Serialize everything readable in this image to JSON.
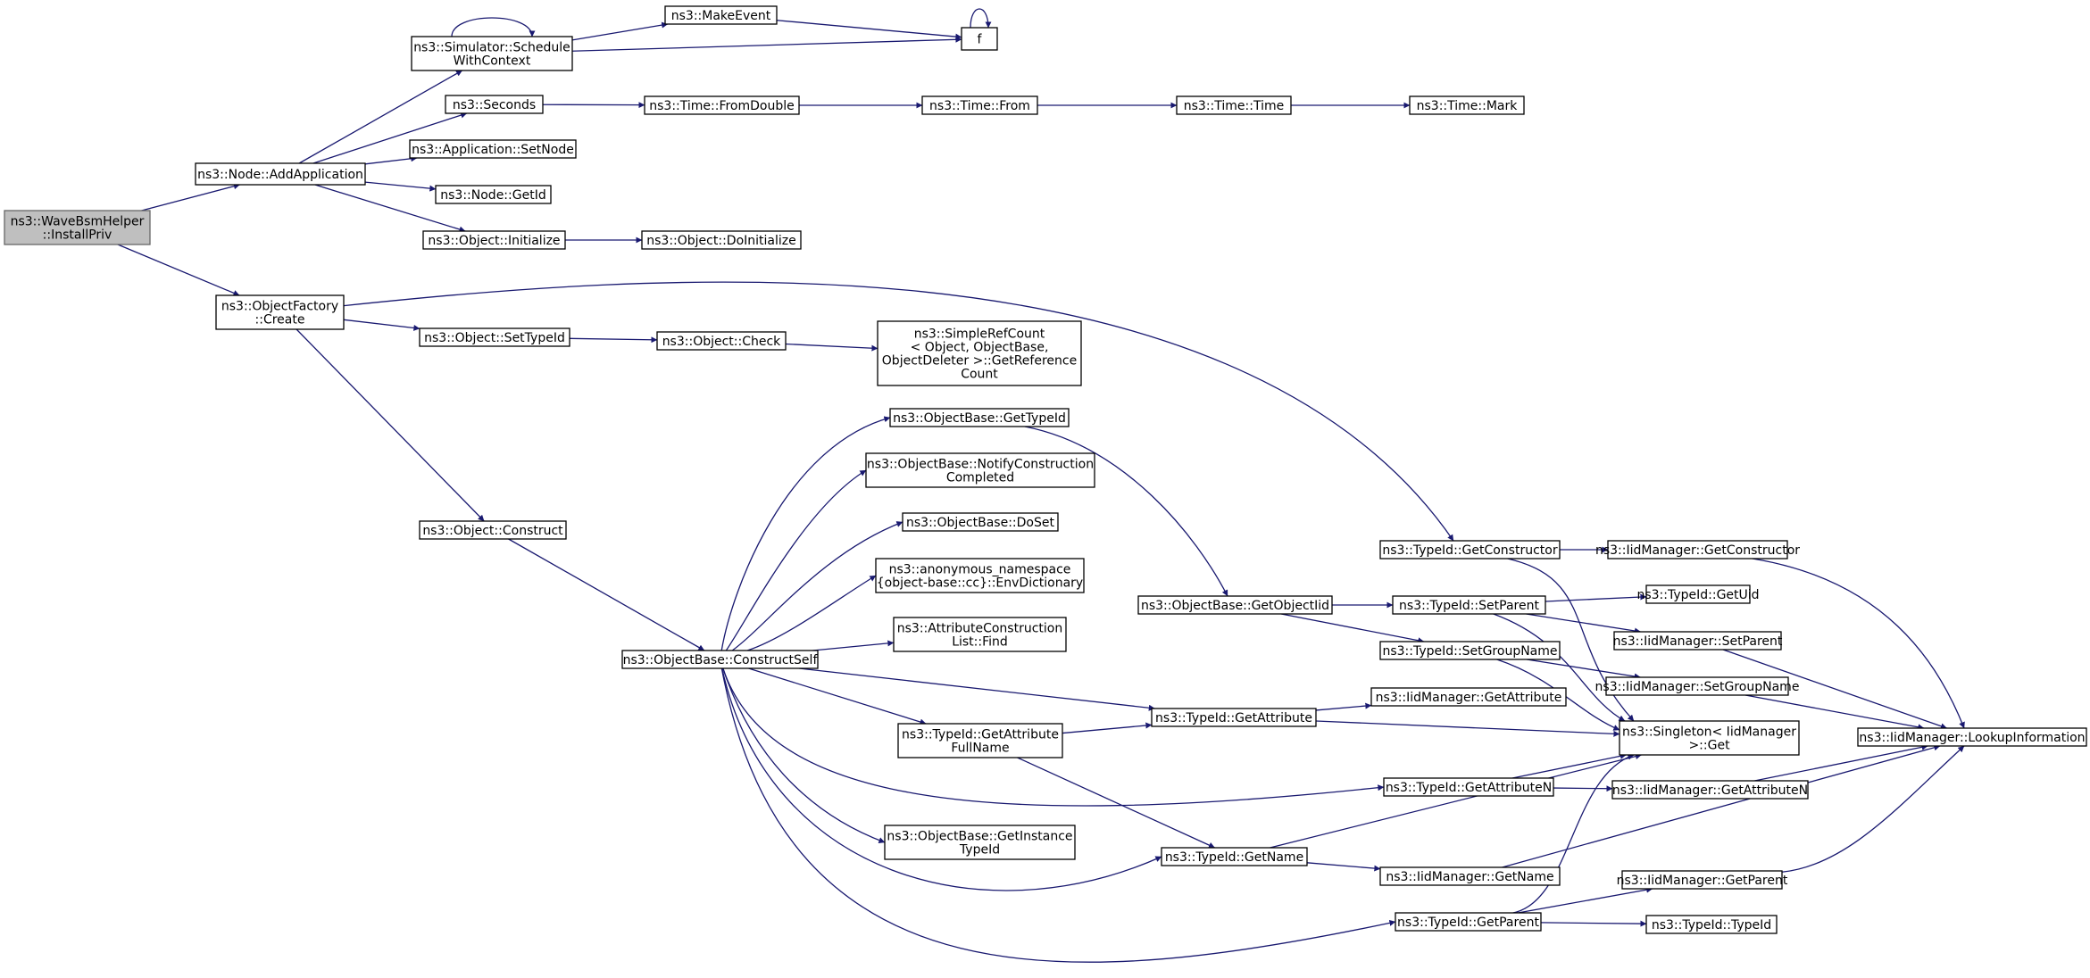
{
  "colors": {
    "edge": "#191970",
    "root_fill": "#bfbfbf",
    "node_fill": "#ffffff",
    "node_border": "#000000"
  },
  "nodes": [
    {
      "id": "n0",
      "lines": [
        "ns3::WaveBsmHelper",
        "::InstallPriv"
      ],
      "root": true
    },
    {
      "id": "n1",
      "lines": [
        "ns3::Node::AddApplication"
      ]
    },
    {
      "id": "n2",
      "lines": [
        "ns3::ObjectFactory",
        "::Create"
      ]
    },
    {
      "id": "n3",
      "lines": [
        "ns3::Simulator::Schedule",
        "WithContext"
      ]
    },
    {
      "id": "n4",
      "lines": [
        "ns3::Seconds"
      ]
    },
    {
      "id": "n5",
      "lines": [
        "ns3::Application::SetNode"
      ]
    },
    {
      "id": "n6",
      "lines": [
        "ns3::Node::GetId"
      ]
    },
    {
      "id": "n7",
      "lines": [
        "ns3::Object::Initialize"
      ]
    },
    {
      "id": "n8",
      "lines": [
        "ns3::MakeEvent"
      ]
    },
    {
      "id": "n9",
      "lines": [
        "f"
      ]
    },
    {
      "id": "n10",
      "lines": [
        "ns3::Time::FromDouble"
      ]
    },
    {
      "id": "n11",
      "lines": [
        "ns3::Time::From"
      ]
    },
    {
      "id": "n12",
      "lines": [
        "ns3::Time::Time"
      ]
    },
    {
      "id": "n13",
      "lines": [
        "ns3::Time::Mark"
      ]
    },
    {
      "id": "n14",
      "lines": [
        "ns3::Object::DoInitialize"
      ]
    },
    {
      "id": "n15",
      "lines": [
        "ns3::Object::SetTypeId"
      ]
    },
    {
      "id": "n16",
      "lines": [
        "ns3::Object::Check"
      ]
    },
    {
      "id": "n17",
      "lines": [
        "ns3::SimpleRefCount",
        "< Object, ObjectBase,",
        "ObjectDeleter >::GetReference",
        "Count"
      ]
    },
    {
      "id": "n18",
      "lines": [
        "ns3::Object::Construct"
      ]
    },
    {
      "id": "n19",
      "lines": [
        "ns3::ObjectBase::ConstructSelf"
      ]
    },
    {
      "id": "n20",
      "lines": [
        "ns3::ObjectBase::GetTypeId"
      ]
    },
    {
      "id": "n21",
      "lines": [
        "ns3::ObjectBase::NotifyConstruction",
        "Completed"
      ]
    },
    {
      "id": "n22",
      "lines": [
        "ns3::ObjectBase::DoSet"
      ]
    },
    {
      "id": "n23",
      "lines": [
        "ns3::anonymous_namespace",
        "{object-base::cc}::EnvDictionary"
      ]
    },
    {
      "id": "n24",
      "lines": [
        "ns3::AttributeConstruction",
        "List::Find"
      ]
    },
    {
      "id": "n25",
      "lines": [
        "ns3::TypeId::GetAttribute",
        "FullName"
      ]
    },
    {
      "id": "n26",
      "lines": [
        "ns3::ObjectBase::GetInstance",
        "TypeId"
      ]
    },
    {
      "id": "n27",
      "lines": [
        "ns3::ObjectBase::GetObjectIid"
      ]
    },
    {
      "id": "n28",
      "lines": [
        "ns3::TypeId::GetAttribute"
      ]
    },
    {
      "id": "n29",
      "lines": [
        "ns3::TypeId::GetName"
      ]
    },
    {
      "id": "n30",
      "lines": [
        "ns3::TypeId::GetConstructor"
      ]
    },
    {
      "id": "n31",
      "lines": [
        "ns3::TypeId::SetParent"
      ]
    },
    {
      "id": "n32",
      "lines": [
        "ns3::TypeId::SetGroupName"
      ]
    },
    {
      "id": "n33",
      "lines": [
        "ns3::IidManager::GetAttribute"
      ]
    },
    {
      "id": "n34",
      "lines": [
        "ns3::TypeId::GetAttributeN"
      ]
    },
    {
      "id": "n35",
      "lines": [
        "ns3::IidManager::GetName"
      ]
    },
    {
      "id": "n36",
      "lines": [
        "ns3::TypeId::GetParent"
      ]
    },
    {
      "id": "n37",
      "lines": [
        "ns3::IidManager::GetConstructor"
      ]
    },
    {
      "id": "n38",
      "lines": [
        "ns3::TypeId::GetUid"
      ]
    },
    {
      "id": "n39",
      "lines": [
        "ns3::IidManager::SetParent"
      ]
    },
    {
      "id": "n40",
      "lines": [
        "ns3::IidManager::SetGroupName"
      ]
    },
    {
      "id": "n41",
      "lines": [
        "ns3::Singleton< IidManager",
        ">::Get"
      ]
    },
    {
      "id": "n42",
      "lines": [
        "ns3::IidManager::GetAttributeN"
      ]
    },
    {
      "id": "n43",
      "lines": [
        "ns3::IidManager::GetParent"
      ]
    },
    {
      "id": "n44",
      "lines": [
        "ns3::TypeId::TypeId"
      ]
    },
    {
      "id": "n45",
      "lines": [
        "ns3::IidManager::LookupInformation"
      ]
    }
  ],
  "edges": [
    [
      "n0",
      "n1"
    ],
    [
      "n0",
      "n2"
    ],
    [
      "n1",
      "n3"
    ],
    [
      "n1",
      "n4"
    ],
    [
      "n1",
      "n5"
    ],
    [
      "n1",
      "n6"
    ],
    [
      "n1",
      "n7"
    ],
    [
      "n3",
      "n3"
    ],
    [
      "n3",
      "n8"
    ],
    [
      "n3",
      "n9"
    ],
    [
      "n8",
      "n9"
    ],
    [
      "n9",
      "n9"
    ],
    [
      "n4",
      "n10"
    ],
    [
      "n10",
      "n11"
    ],
    [
      "n11",
      "n12"
    ],
    [
      "n12",
      "n13"
    ],
    [
      "n7",
      "n14"
    ],
    [
      "n2",
      "n30"
    ],
    [
      "n2",
      "n15"
    ],
    [
      "n2",
      "n18"
    ],
    [
      "n15",
      "n16"
    ],
    [
      "n16",
      "n17"
    ],
    [
      "n18",
      "n19"
    ],
    [
      "n19",
      "n20"
    ],
    [
      "n19",
      "n21"
    ],
    [
      "n19",
      "n22"
    ],
    [
      "n19",
      "n23"
    ],
    [
      "n19",
      "n24"
    ],
    [
      "n19",
      "n28"
    ],
    [
      "n19",
      "n25"
    ],
    [
      "n19",
      "n34"
    ],
    [
      "n19",
      "n26"
    ],
    [
      "n19",
      "n29"
    ],
    [
      "n19",
      "n36"
    ],
    [
      "n20",
      "n27"
    ],
    [
      "n27",
      "n31"
    ],
    [
      "n27",
      "n32"
    ],
    [
      "n25",
      "n28"
    ],
    [
      "n25",
      "n29"
    ],
    [
      "n28",
      "n33"
    ],
    [
      "n28",
      "n41"
    ],
    [
      "n29",
      "n41"
    ],
    [
      "n29",
      "n35"
    ],
    [
      "n30",
      "n37"
    ],
    [
      "n30",
      "n41"
    ],
    [
      "n31",
      "n38"
    ],
    [
      "n31",
      "n39"
    ],
    [
      "n31",
      "n41"
    ],
    [
      "n32",
      "n40"
    ],
    [
      "n32",
      "n41"
    ],
    [
      "n34",
      "n41"
    ],
    [
      "n34",
      "n42"
    ],
    [
      "n36",
      "n41"
    ],
    [
      "n36",
      "n43"
    ],
    [
      "n36",
      "n44"
    ],
    [
      "n35",
      "n45"
    ],
    [
      "n37",
      "n45"
    ],
    [
      "n39",
      "n45"
    ],
    [
      "n40",
      "n45"
    ],
    [
      "n42",
      "n45"
    ],
    [
      "n43",
      "n45"
    ]
  ]
}
